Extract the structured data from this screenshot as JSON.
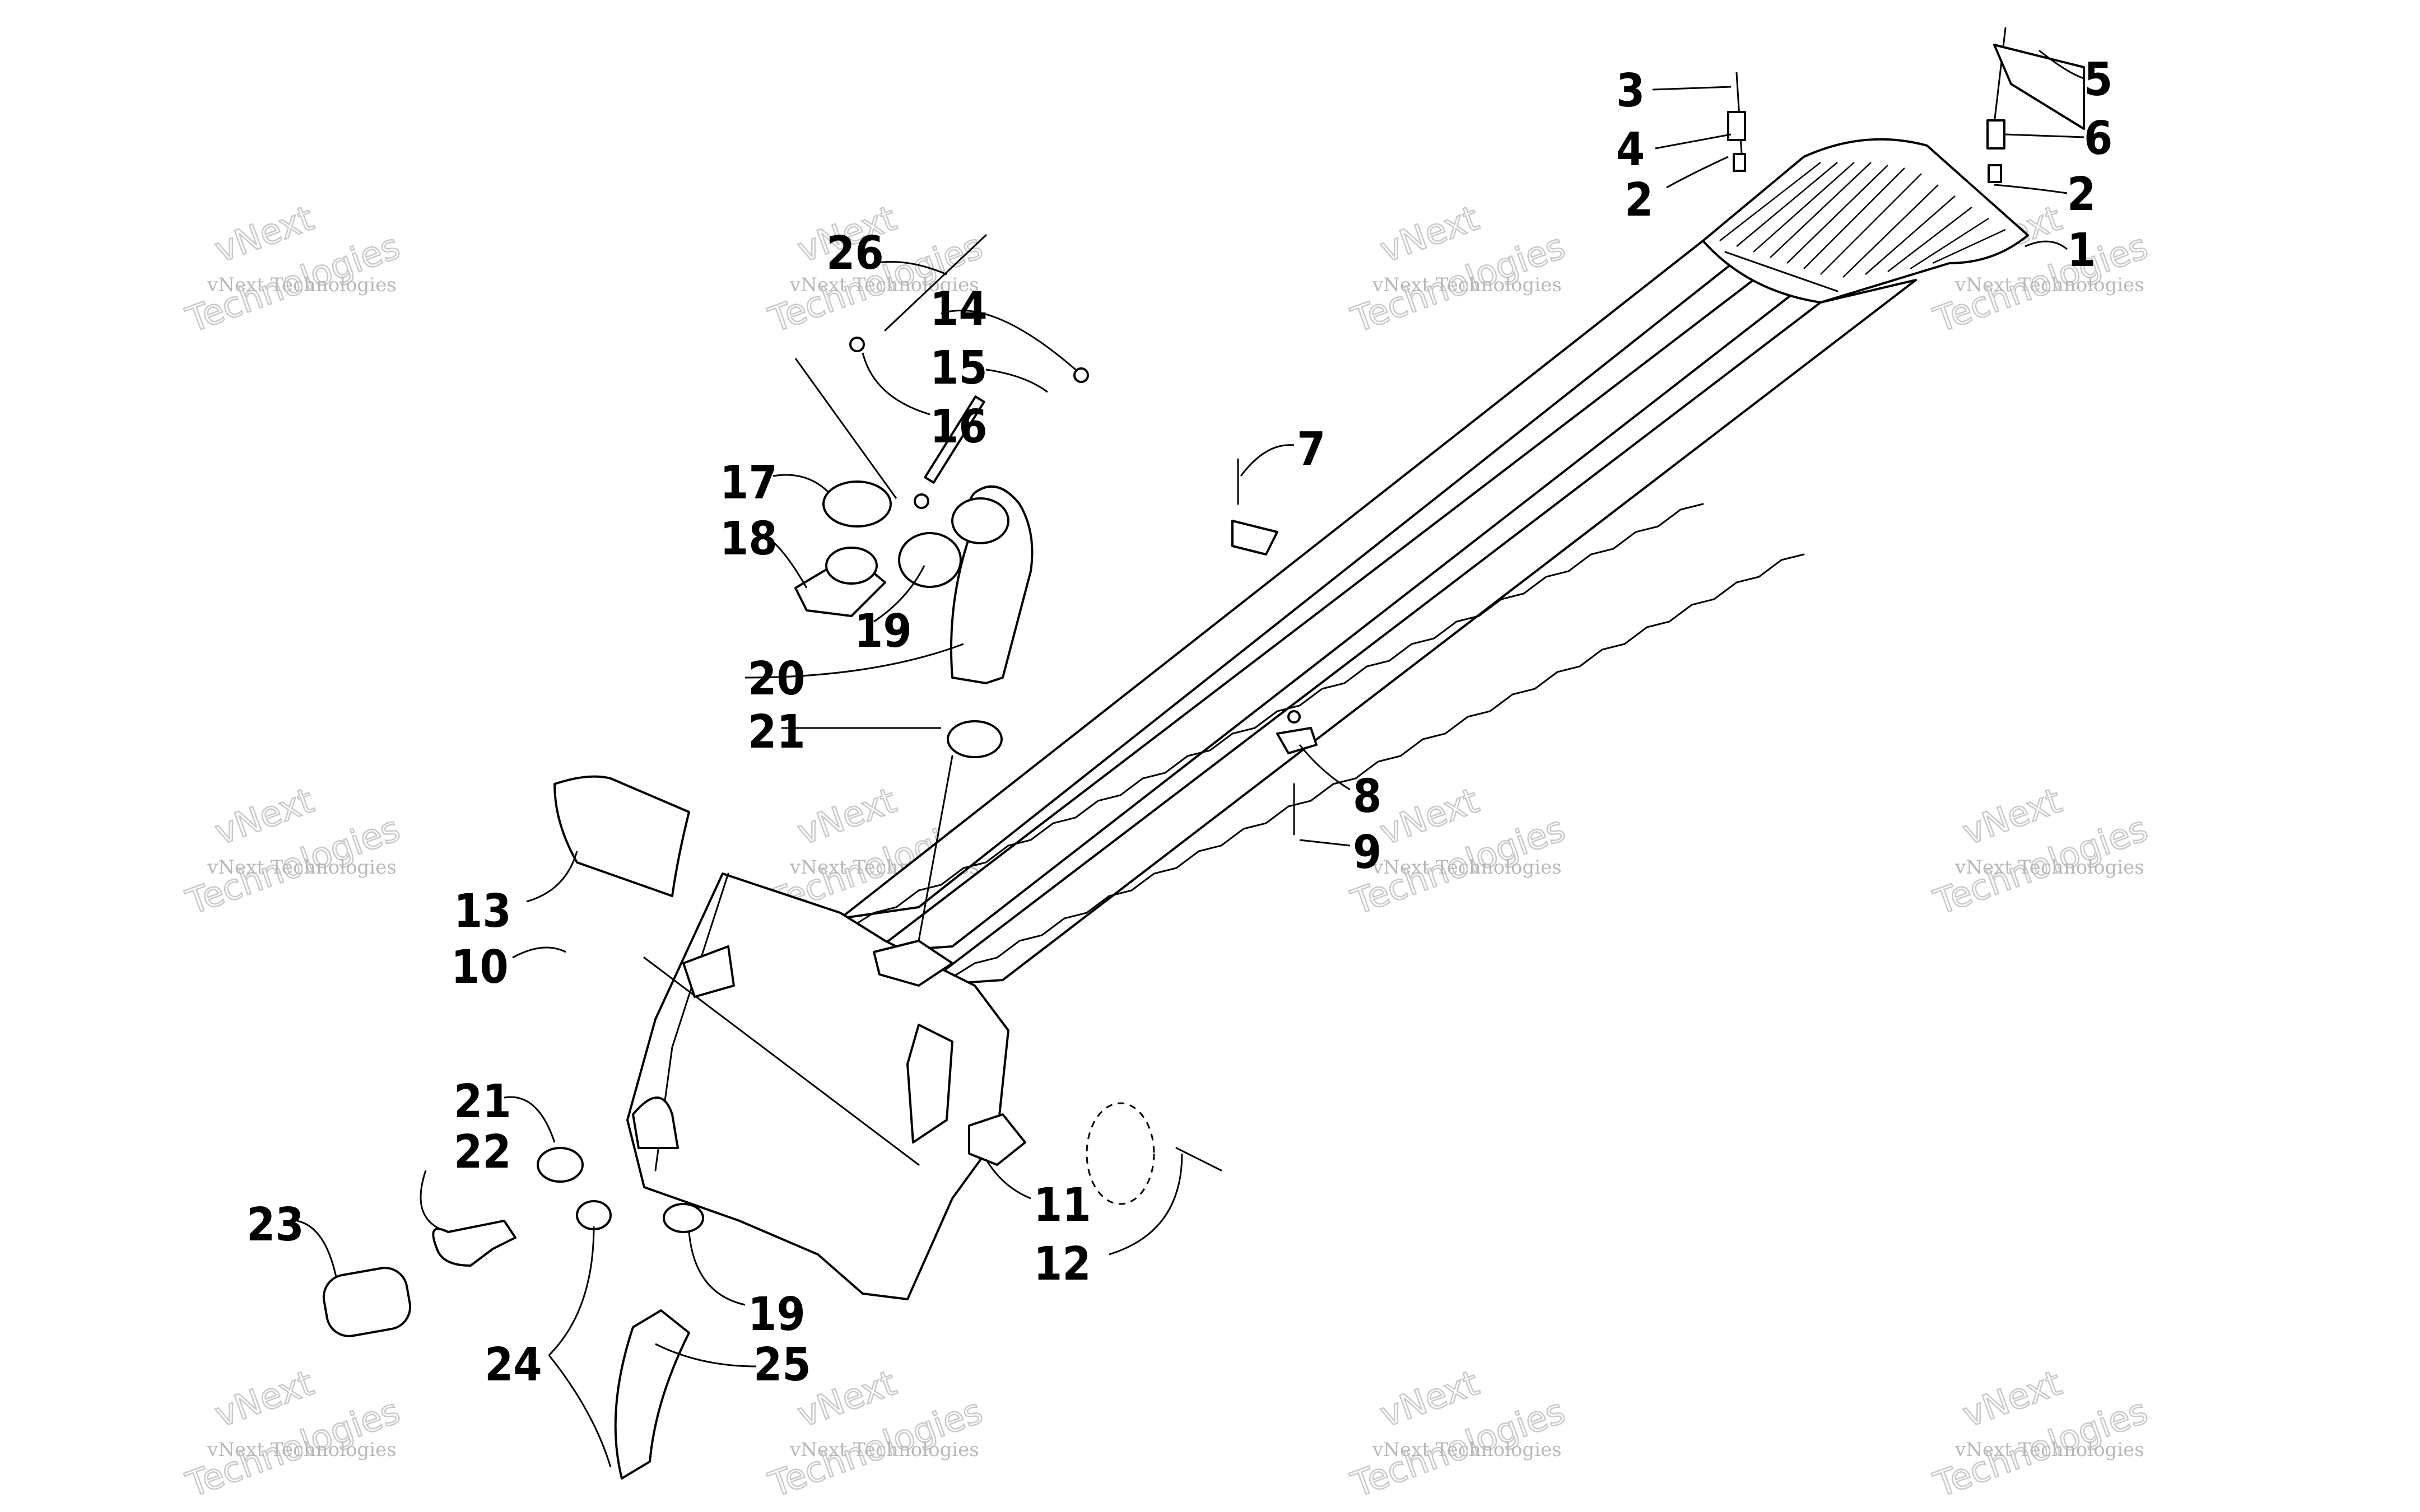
{
  "diagram": {
    "title": "",
    "callouts": [
      {
        "id": "c1",
        "label": "1"
      },
      {
        "id": "c2a",
        "label": "2"
      },
      {
        "id": "c2b",
        "label": "2"
      },
      {
        "id": "c3",
        "label": "3"
      },
      {
        "id": "c4",
        "label": "4"
      },
      {
        "id": "c5",
        "label": "5"
      },
      {
        "id": "c6",
        "label": "6"
      },
      {
        "id": "c7",
        "label": "7"
      },
      {
        "id": "c8",
        "label": "8"
      },
      {
        "id": "c9",
        "label": "9"
      },
      {
        "id": "c10",
        "label": "10"
      },
      {
        "id": "c11",
        "label": "11"
      },
      {
        "id": "c12",
        "label": "12"
      },
      {
        "id": "c13",
        "label": "13"
      },
      {
        "id": "c14",
        "label": "14"
      },
      {
        "id": "c15",
        "label": "15"
      },
      {
        "id": "c16",
        "label": "16"
      },
      {
        "id": "c17",
        "label": "17"
      },
      {
        "id": "c18",
        "label": "18"
      },
      {
        "id": "c19a",
        "label": "19"
      },
      {
        "id": "c19b",
        "label": "19"
      },
      {
        "id": "c20",
        "label": "20"
      },
      {
        "id": "c21a",
        "label": "21"
      },
      {
        "id": "c21b",
        "label": "21"
      },
      {
        "id": "c22",
        "label": "22"
      },
      {
        "id": "c23",
        "label": "23"
      },
      {
        "id": "c24",
        "label": "24"
      },
      {
        "id": "c25",
        "label": "25"
      },
      {
        "id": "c26",
        "label": "26"
      }
    ]
  },
  "watermark": {
    "line1": "vNext Technologies",
    "line2a": "vNext",
    "line2b": "Technologies"
  }
}
